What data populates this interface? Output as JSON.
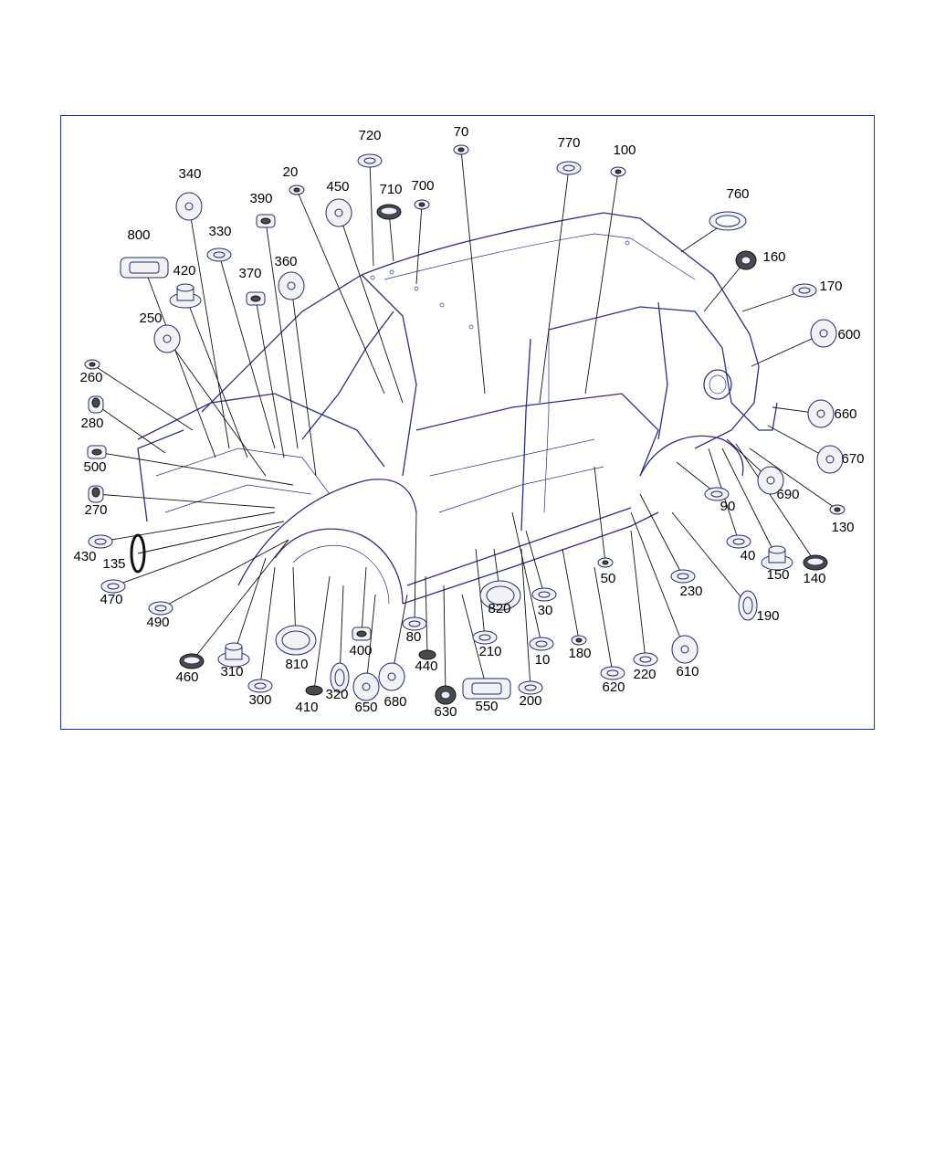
{
  "diagram": {
    "title": "",
    "colors": {
      "outline": "#2b2f86",
      "frame": "#2a2f8a",
      "leader": "#111111"
    },
    "part_labels": [
      "720",
      "70",
      "770",
      "100",
      "340",
      "20",
      "450",
      "710",
      "700",
      "390",
      "760",
      "800",
      "330",
      "160",
      "420",
      "370",
      "360",
      "170",
      "250",
      "600",
      "260",
      "280",
      "660",
      "500",
      "670",
      "270",
      "690",
      "90",
      "430",
      "135",
      "130",
      "40",
      "150",
      "140",
      "470",
      "50",
      "230",
      "490",
      "820",
      "30",
      "190",
      "80",
      "610",
      "460",
      "310",
      "210",
      "440",
      "10",
      "180",
      "220",
      "810",
      "400",
      "300",
      "410",
      "320",
      "650",
      "680",
      "630",
      "550",
      "200",
      "620"
    ]
  }
}
